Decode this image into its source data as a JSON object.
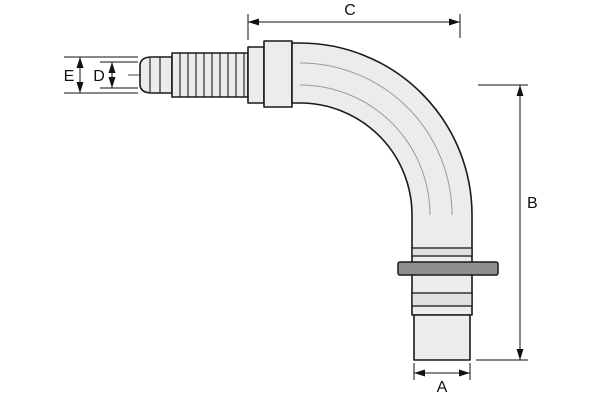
{
  "diagram": {
    "type": "technical-drawing",
    "subject": "90-degree elbow hose-barb fitting, side view with dimension callouts",
    "labels": {
      "a": "A",
      "b": "B",
      "c": "C",
      "d": "D",
      "e": "E"
    },
    "dimensions_meaning": {
      "a": "width of lower vertical pipe end",
      "b": "overall height from horizontal leg to bottom face",
      "c": "overall horizontal length from collar face to vertical leg",
      "d": "bore diameter of hose barb",
      "e": "outer diameter of hose barb tip"
    },
    "colors": {
      "background": "#ffffff",
      "body_fill": "#ececec",
      "band_fill": "#e0e0e0",
      "collar_fill": "#8f8f8f",
      "outline": "#1a1a1a",
      "dimension_line": "#111111"
    }
  }
}
